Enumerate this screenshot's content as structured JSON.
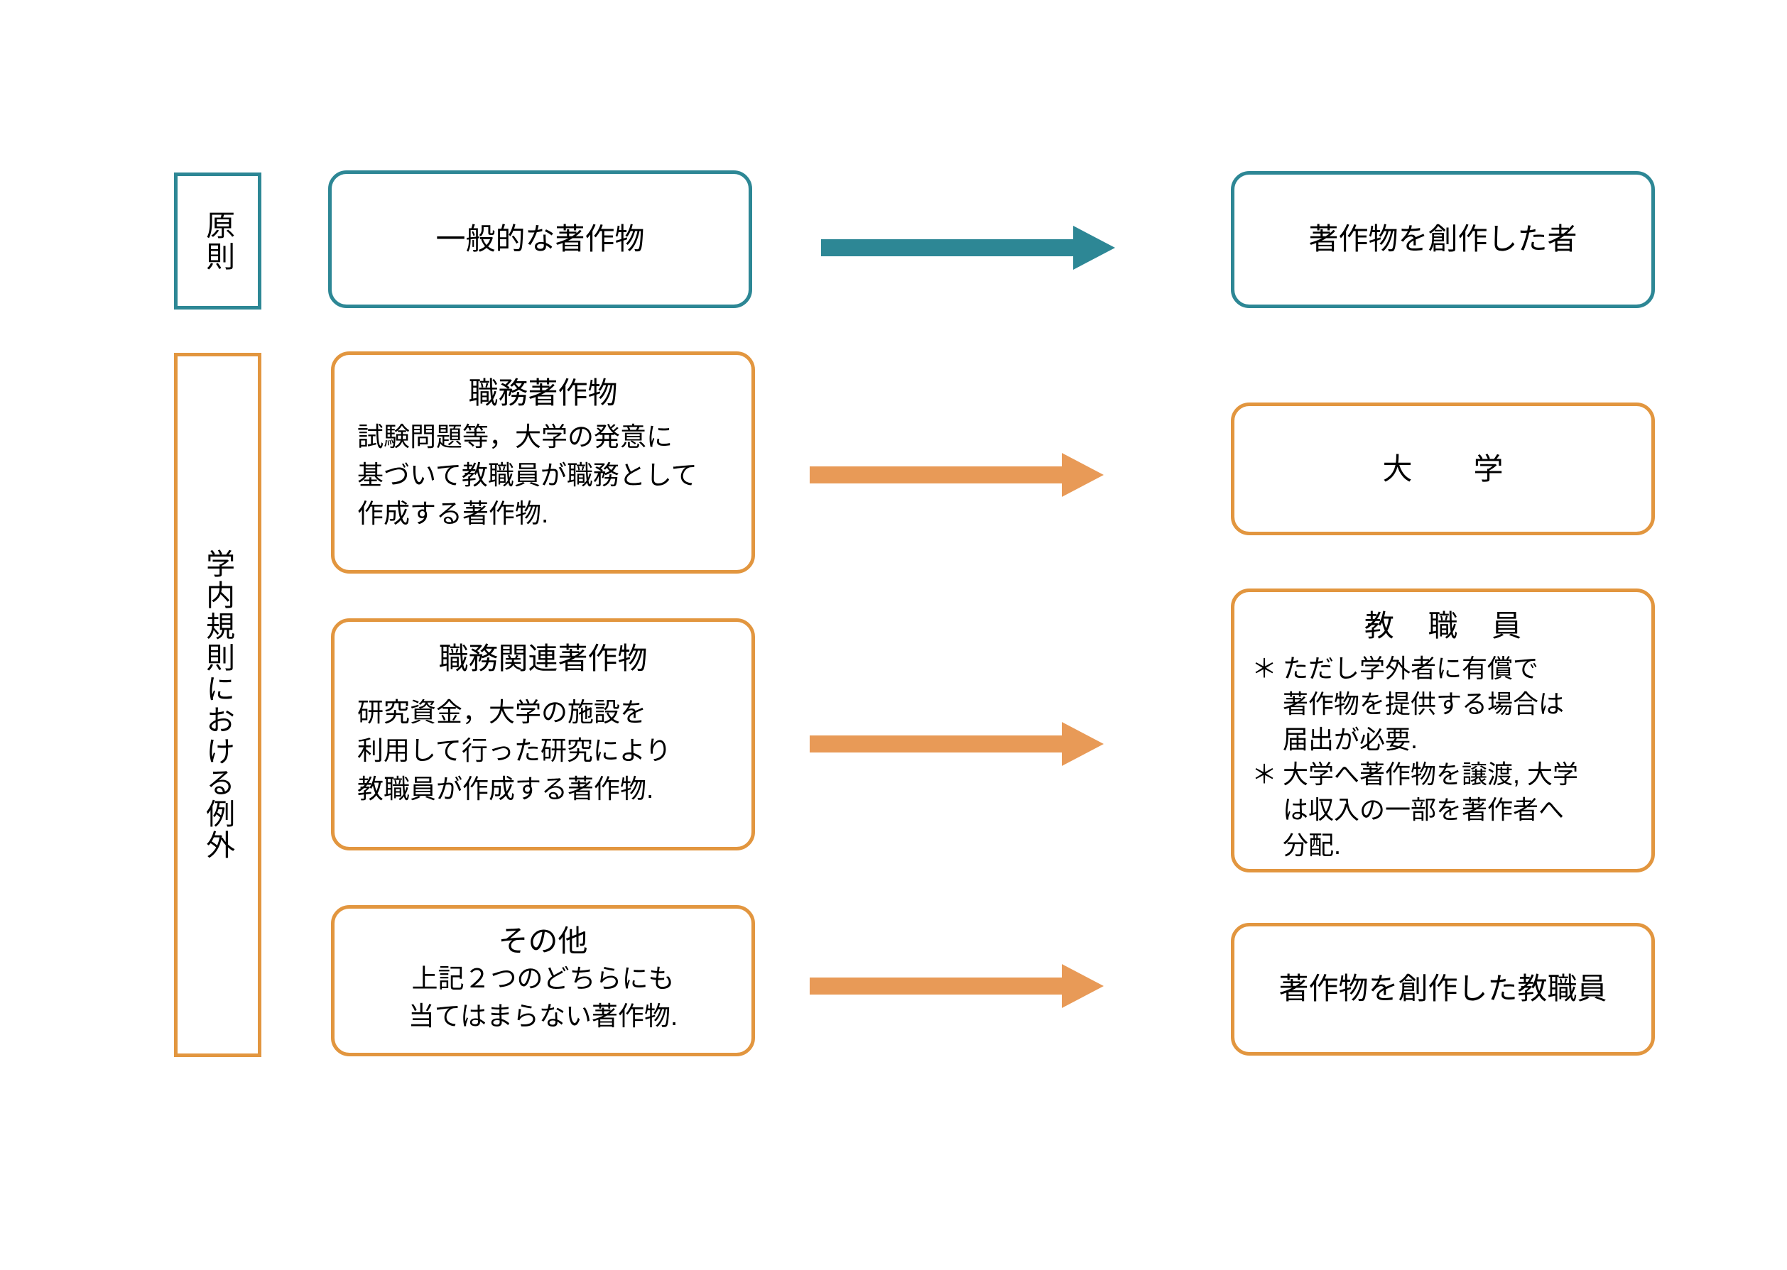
{
  "colors": {
    "teal": "#2d8795",
    "orange": "#e2963f",
    "orange_fill": "#e89a57",
    "text": "#000000",
    "background": "#ffffff"
  },
  "categories": {
    "principle": {
      "label": "原則"
    },
    "exception": {
      "label": "学内規則における例外"
    }
  },
  "rows": [
    {
      "id": "general-work",
      "accent": "teal",
      "source": {
        "title": "一般的な著作物",
        "body": []
      },
      "arrow": {
        "name": "arrow-general-work",
        "color": "#2d8795"
      },
      "target": {
        "title": "著作物を創作した者",
        "body": []
      }
    },
    {
      "id": "work-for-hire",
      "accent": "orange",
      "source": {
        "title": "職務著作物",
        "body": [
          "試験問題等，大学の発意に",
          "基づいて教職員が職務として",
          "作成する著作物."
        ]
      },
      "arrow": {
        "name": "arrow-work-for-hire",
        "color": "#e89a57"
      },
      "target": {
        "title": "大　学",
        "body": []
      }
    },
    {
      "id": "work-related",
      "accent": "orange",
      "source": {
        "title": "職務関連著作物",
        "body": [
          "研究資金，大学の施設を",
          "利用して行った研究により",
          "教職員が作成する著作物."
        ]
      },
      "arrow": {
        "name": "arrow-work-related",
        "color": "#e89a57"
      },
      "target": {
        "title": "教 職 員",
        "notes": [
          {
            "marker": "＊",
            "lines": [
              "ただし学外者に有償で",
              "著作物を提供する場合は",
              "届出が必要."
            ]
          },
          {
            "marker": "＊",
            "lines": [
              "大学へ著作物を譲渡, 大学",
              "は収入の一部を著作者へ",
              "分配."
            ]
          }
        ]
      }
    },
    {
      "id": "other",
      "accent": "orange",
      "source": {
        "title": "その他",
        "body": [
          "上記２つのどちらにも",
          "当てはまらない著作物."
        ]
      },
      "arrow": {
        "name": "arrow-other",
        "color": "#e89a57"
      },
      "target": {
        "title": "著作物を創作した教職員",
        "body": []
      }
    }
  ]
}
